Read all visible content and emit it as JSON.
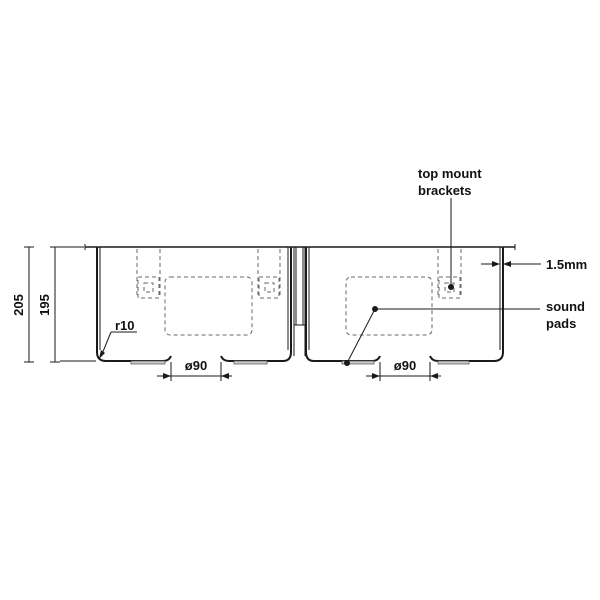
{
  "labels": {
    "top_mount_line1": "top mount",
    "top_mount_line2": "brackets",
    "thickness": "1.5mm",
    "sound_line1": "sound",
    "sound_line2": "pads",
    "radius": "r10",
    "waste_left": "ø90",
    "waste_right": "ø90",
    "height_outer": "205",
    "height_inner": "195"
  },
  "colors": {
    "ink": "#1a1a1a",
    "hidden": "#6a6a6a",
    "pad_fill": "#c9c9c9"
  }
}
